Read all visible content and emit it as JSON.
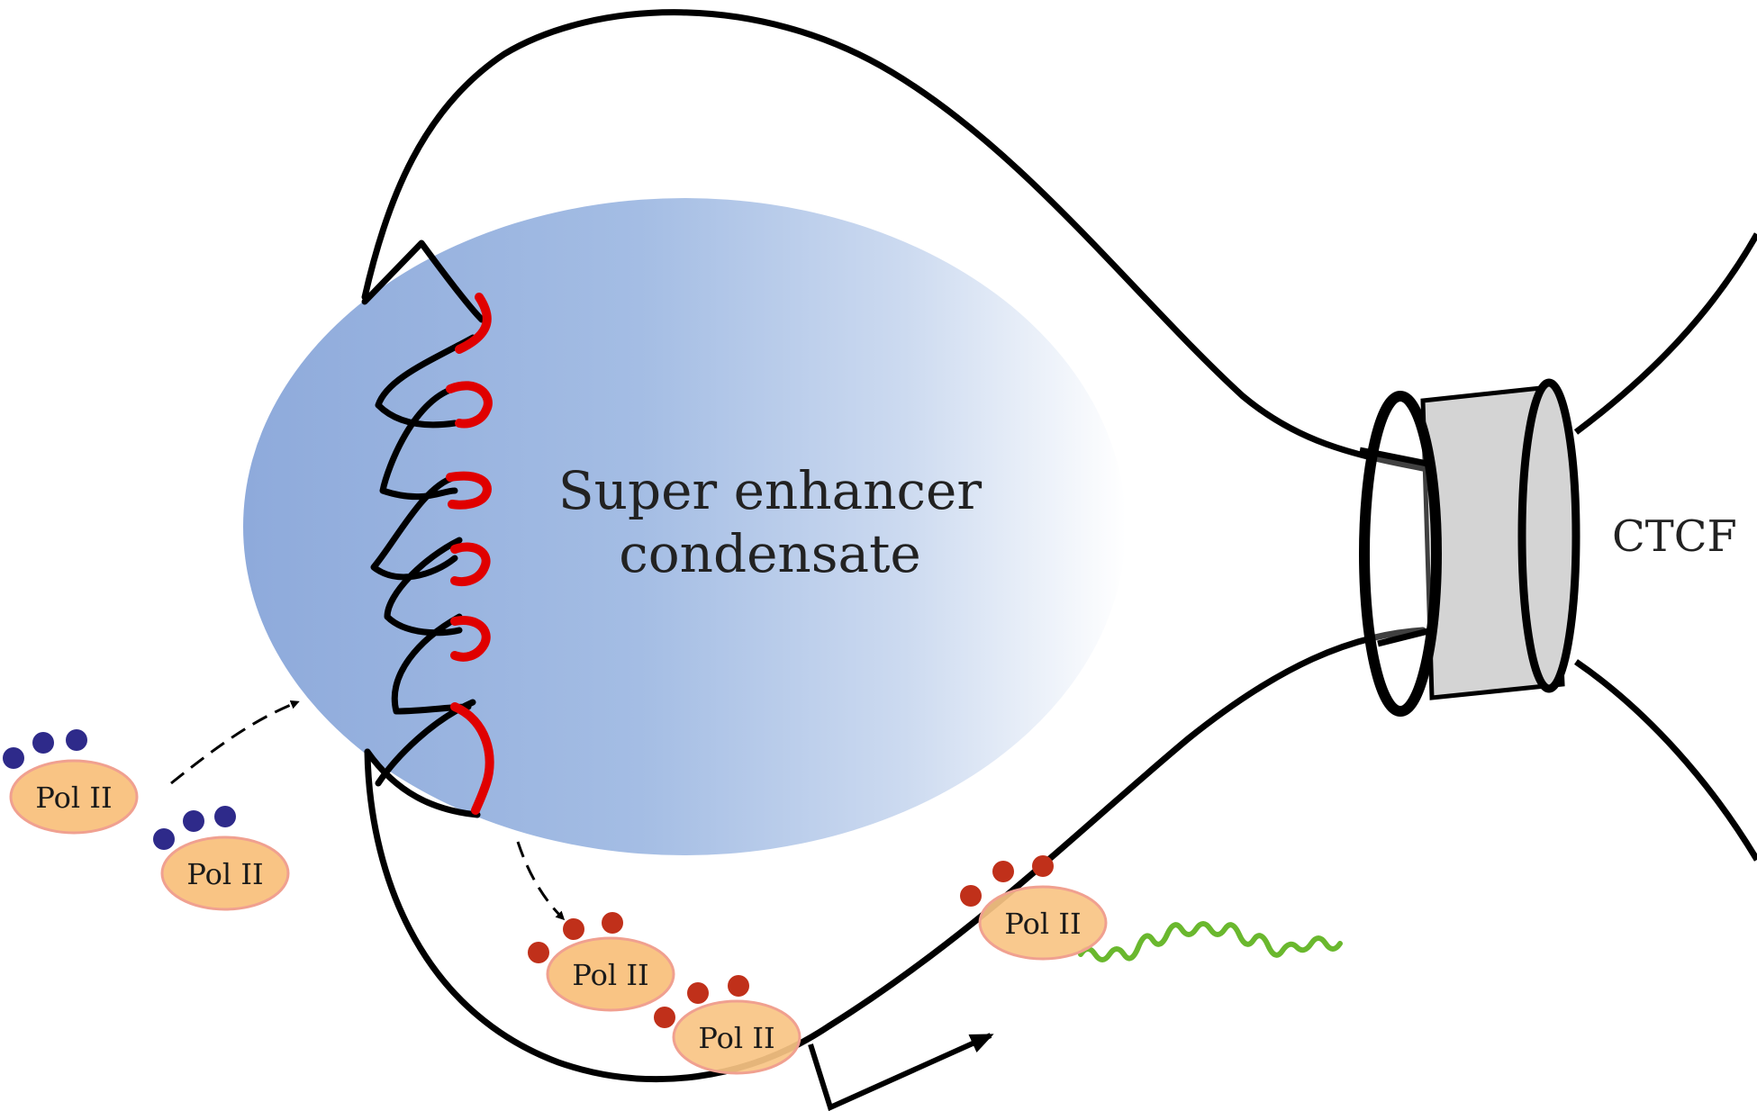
{
  "labels": {
    "condensate_line1": "Super enhancer",
    "condensate_line2": "condensate",
    "ctcf": "CTCF",
    "pol": "Pol II"
  },
  "colors": {
    "condensate_center": "#8eaadb",
    "condensate_edge": "#ffffff",
    "chromatin": "#000000",
    "enhancer_segment": "#e00000",
    "pol_fill": "#f9c484",
    "pol_stroke": "#f0a090",
    "dot_unphosphorylated": "#2e2a8a",
    "dot_phosphorylated": "#c0301a",
    "transcript": "#6ab82e",
    "ctcf_fill": "#d4d4d4"
  },
  "icons": {
    "pol_ii": "ellipse-with-dots",
    "ctcf": "ring-cylinder",
    "transcription_start": "bent-arrow"
  }
}
